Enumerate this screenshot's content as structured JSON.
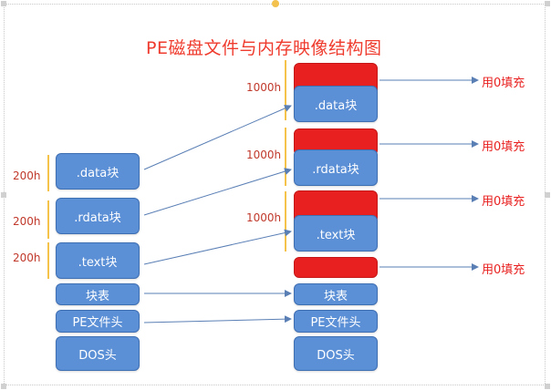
{
  "title": "PE磁盘文件与内存映像结构图",
  "file_layout": {
    "sections": [
      ".data块",
      ".rdata块",
      ".text块"
    ],
    "section_sizes": [
      "200h",
      "200h",
      "200h"
    ],
    "section_table": "块表",
    "pe_header": "PE文件头",
    "dos_header": "DOS头"
  },
  "memory_layout": {
    "sections": [
      ".data块",
      ".rdata块",
      ".text块"
    ],
    "section_sizes": [
      "1000h",
      "1000h",
      "1000h"
    ],
    "section_table": "块表",
    "pe_header": "PE文件头",
    "dos_header": "DOS头"
  },
  "padding_labels": [
    "用0填充",
    "用0填充",
    "用0填充",
    "用0填充"
  ],
  "colors": {
    "box_fill": "#5b8fd6",
    "padding_fill": "#e8201f",
    "title": "#ef3b2d",
    "bracket": "#f5c24a",
    "arrow": "#5a7fb5"
  }
}
